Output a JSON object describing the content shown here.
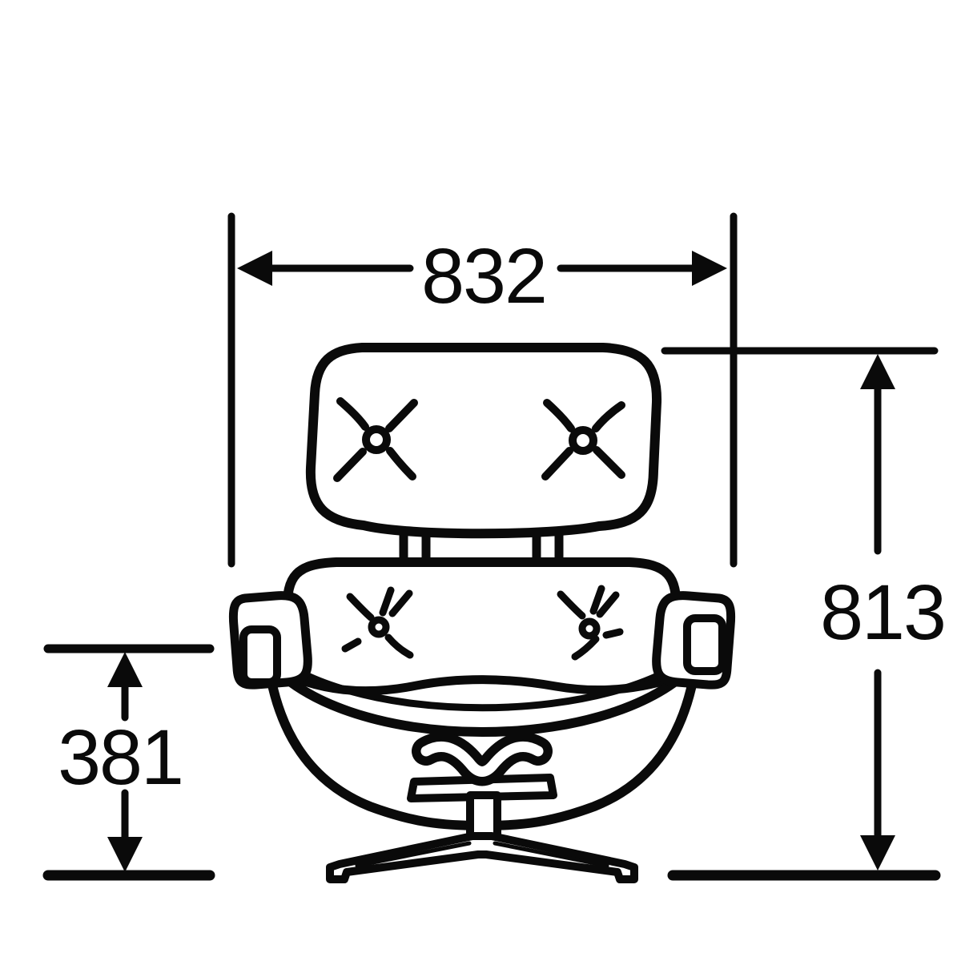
{
  "diagram": {
    "type": "technical-dimension-drawing",
    "subject": "lounge-chair-front-view",
    "colors": {
      "line": "#0a0a0a",
      "background": "#ffffff"
    },
    "dimensions": {
      "overall_width": {
        "value": "832",
        "orientation": "horizontal",
        "position": "top"
      },
      "overall_height": {
        "value": "813",
        "orientation": "vertical",
        "position": "right"
      },
      "seat_height": {
        "value": "381",
        "orientation": "vertical",
        "position": "left"
      }
    },
    "parts": [
      "headrest-cushion",
      "headrest-buttons",
      "back-cushion",
      "back-buttons",
      "armrest-left",
      "armrest-right",
      "seat-shell",
      "v-bracket",
      "pedestal-column",
      "star-base",
      "floor-line"
    ]
  }
}
